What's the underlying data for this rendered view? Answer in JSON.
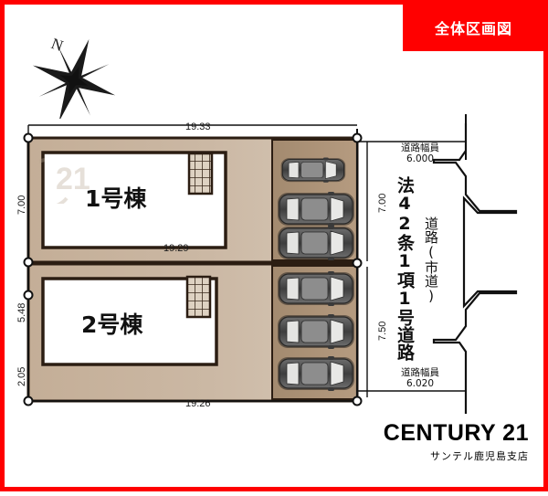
{
  "banner": {
    "title": "全体区画図"
  },
  "compass": {
    "label": "N",
    "name": "compass-rose"
  },
  "watermark": {
    "text": "21"
  },
  "plots": [
    {
      "id": "plot-1",
      "label": "1号棟",
      "top_dimension": "19.33",
      "bottom_dimension": "19.29",
      "left_dimension": "7.00",
      "right_dimension": "7.00",
      "parking_spaces": 3
    },
    {
      "id": "plot-2",
      "label": "2号棟",
      "bottom_dimension": "19.26",
      "left_dimension_upper": "5.48",
      "left_dimension_lower": "2.05",
      "right_dimension": "7.50",
      "parking_spaces": 3
    }
  ],
  "road": {
    "width_label_top": "道路幅員",
    "width_value_top": "6.000",
    "width_label_bottom": "道路幅員",
    "width_value_bottom": "6.020",
    "legal_text": "法42条1項1号道路",
    "road_type_text": "道路(市道)"
  },
  "logo": {
    "brand": "CENTURY 21",
    "branch": "サンテル鹿児島支店"
  },
  "colors": {
    "accent_red": "#ff0000",
    "land_fill": "#c9b5a0",
    "parking_fill": "#a58a70",
    "building_fill": "#ffffff",
    "outline": "#2b1d12",
    "car_body": "#4a4a4a"
  }
}
